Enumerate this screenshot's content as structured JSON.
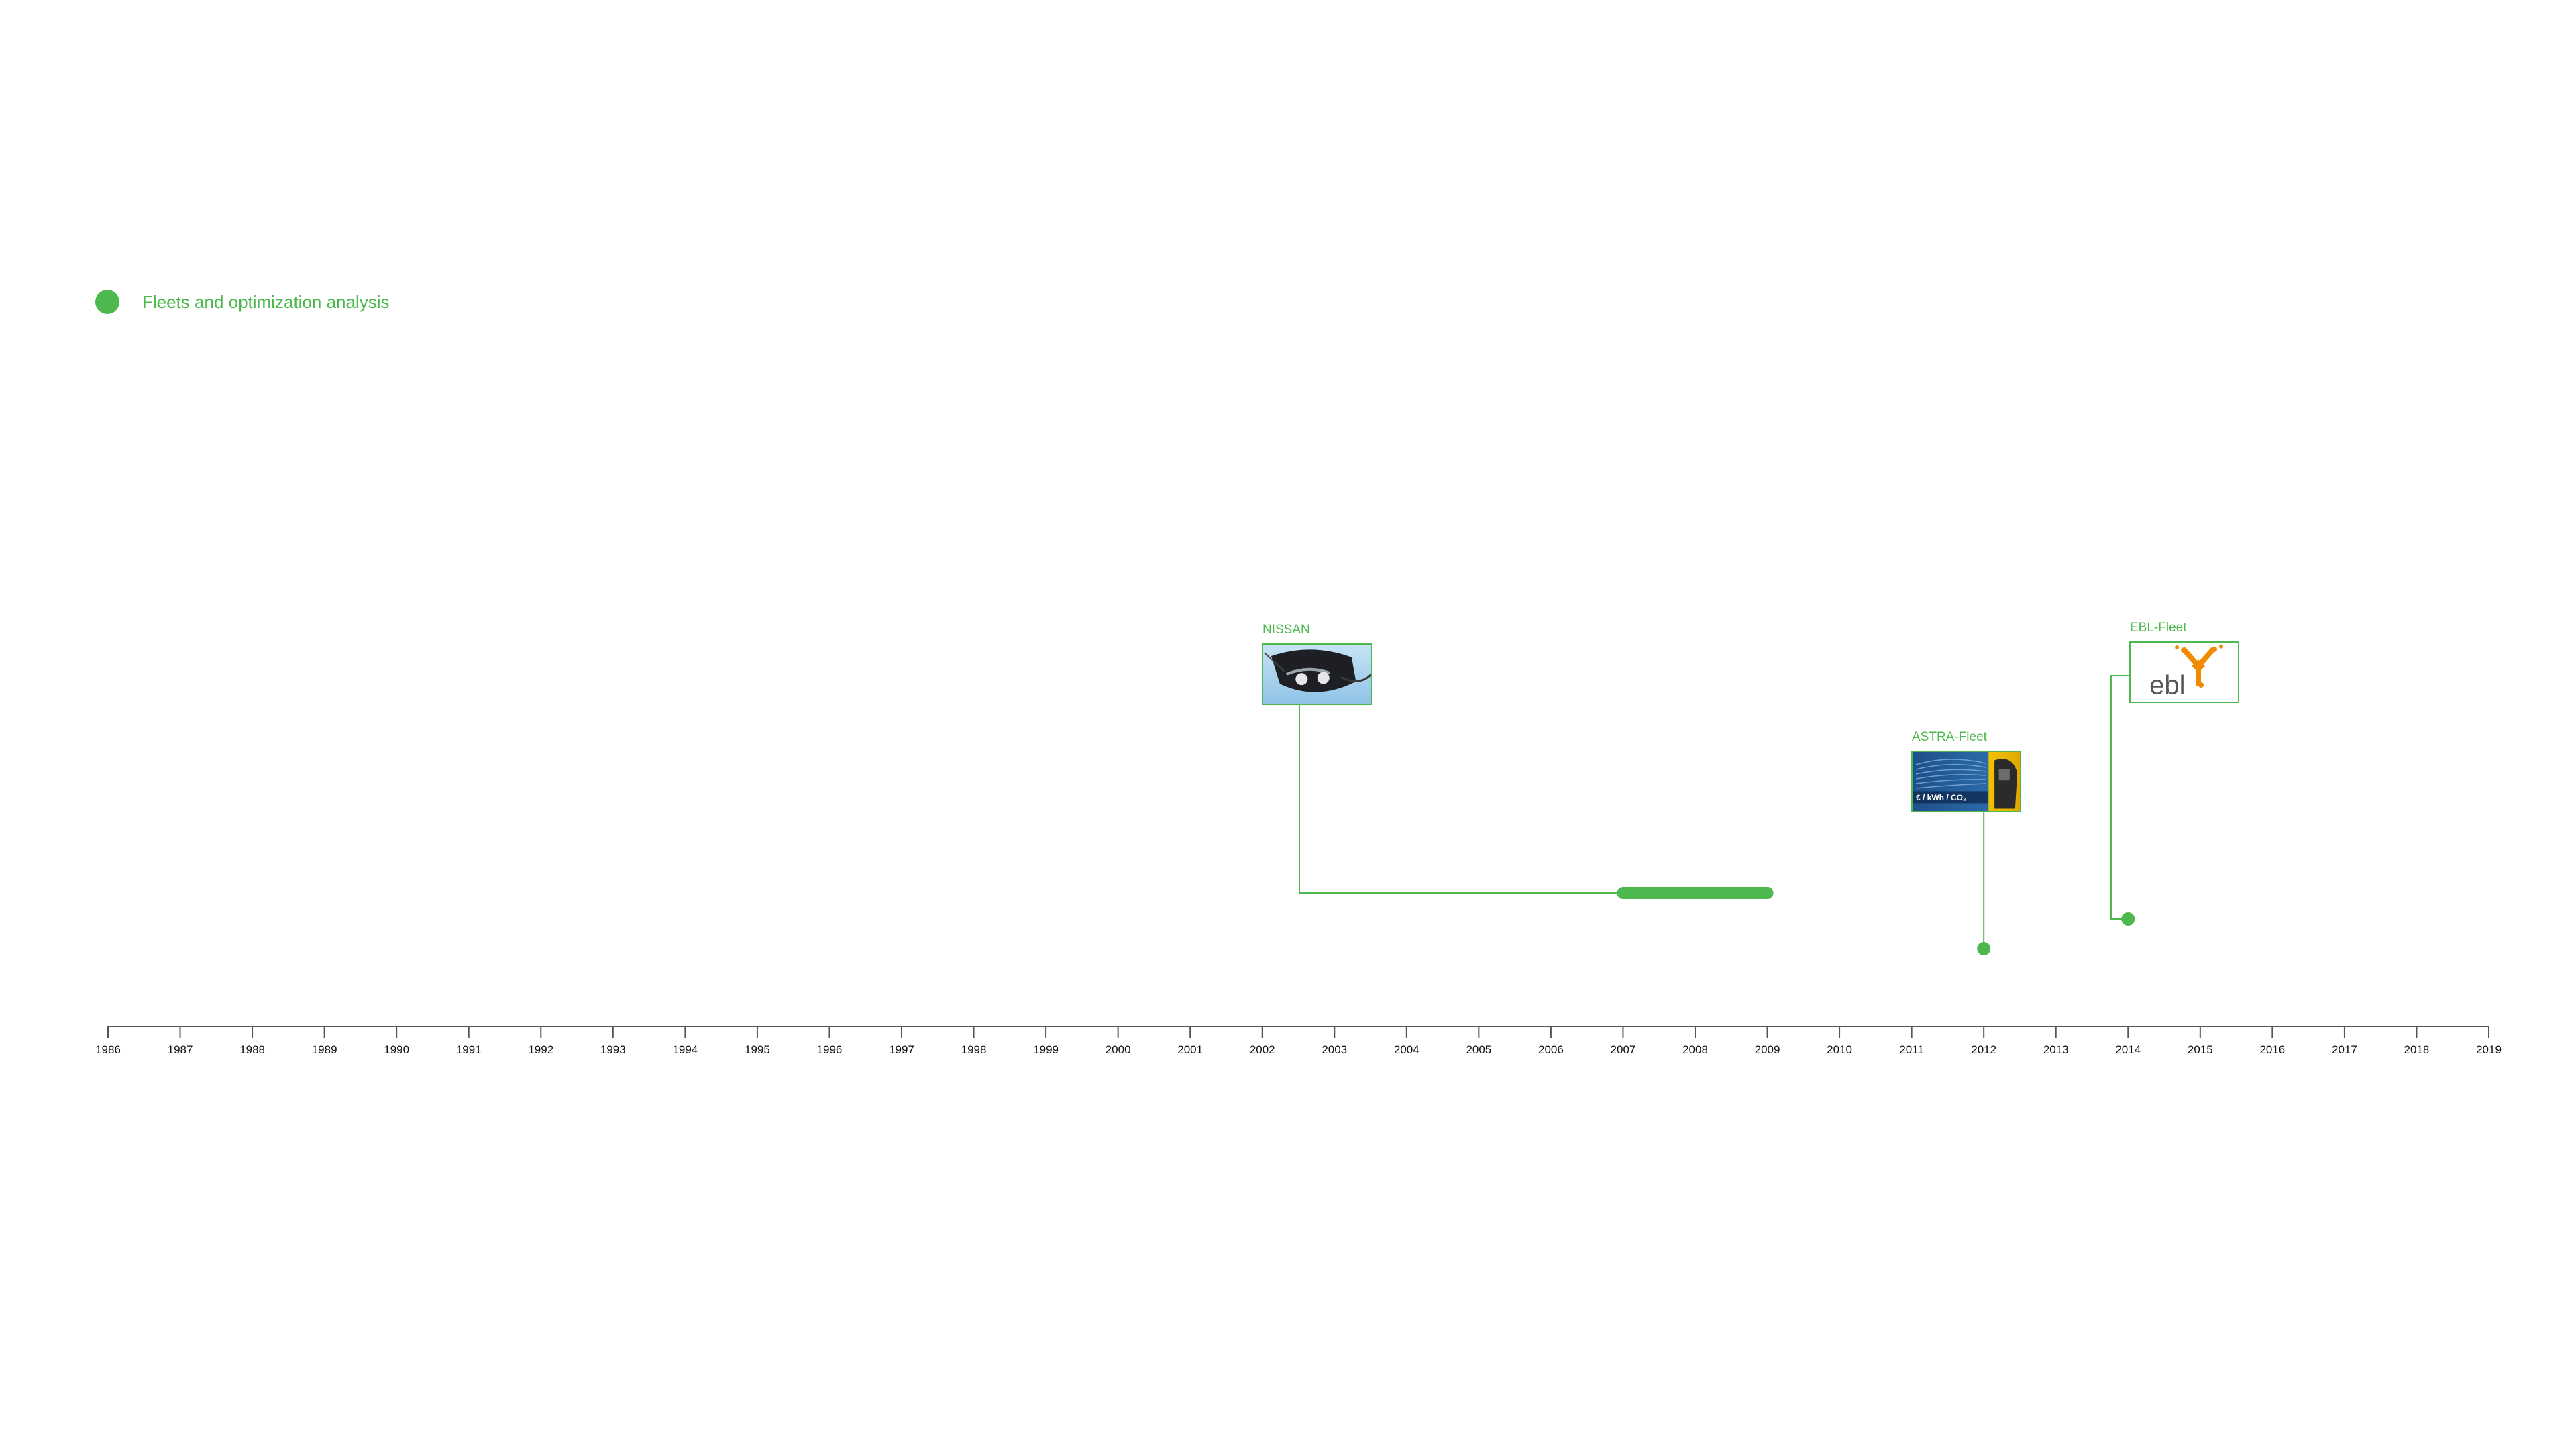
{
  "legend": {
    "label": "Fleets and optimization analysis",
    "color": "#4db84d"
  },
  "chart_data": {
    "type": "timeline",
    "title": "",
    "xlabel": "",
    "ylabel": "",
    "xlim": [
      1986,
      2019
    ],
    "grid": false,
    "legend_position": "top-left",
    "ticks": [
      1986,
      1987,
      1988,
      1989,
      1990,
      1991,
      1992,
      1993,
      1994,
      1995,
      1996,
      1997,
      1998,
      1999,
      2000,
      2001,
      2002,
      2003,
      2004,
      2005,
      2006,
      2007,
      2008,
      2009,
      2010,
      2011,
      2012,
      2013,
      2014,
      2015,
      2016,
      2017,
      2018,
      2019
    ],
    "series": [
      {
        "name": "Fleets and optimization analysis",
        "color": "#4db84d",
        "events": [
          {
            "label": "NISSAN",
            "start": 2007.0,
            "end": 2009.0,
            "image": "car-charging-photo"
          },
          {
            "label": "ASTRA-Fleet",
            "start": 2012.0,
            "end": 2012.0,
            "image": "astra-fleet-banner"
          },
          {
            "label": "EBL-Fleet",
            "start": 2014.0,
            "end": 2014.0,
            "image": "ebl-logo"
          }
        ]
      }
    ]
  },
  "logos": {
    "ebl": "ebl",
    "astra_strip": "€ / kWh / CO₂"
  },
  "colors": {
    "accent": "#4db84d",
    "axis": "#555555",
    "logo_orange": "#f08a00",
    "logo_text": "#555555"
  }
}
